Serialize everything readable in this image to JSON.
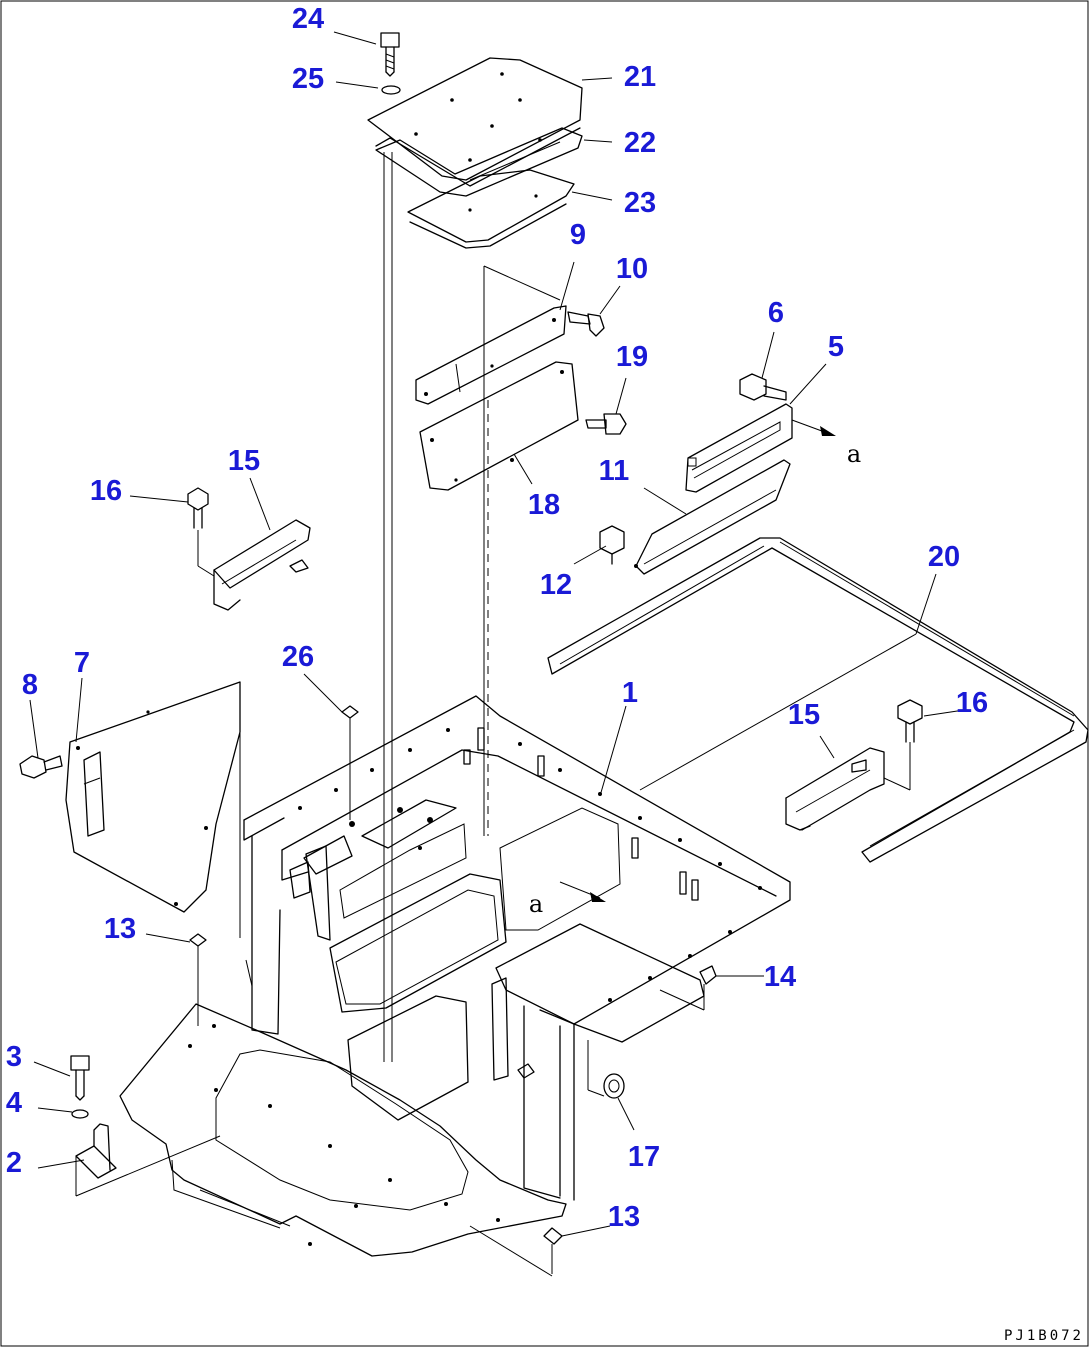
{
  "callouts": [
    {
      "id": "1",
      "text": "1"
    },
    {
      "id": "2",
      "text": "2"
    },
    {
      "id": "3",
      "text": "3"
    },
    {
      "id": "4",
      "text": "4"
    },
    {
      "id": "5",
      "text": "5"
    },
    {
      "id": "6",
      "text": "6"
    },
    {
      "id": "7",
      "text": "7"
    },
    {
      "id": "8",
      "text": "8"
    },
    {
      "id": "9",
      "text": "9"
    },
    {
      "id": "10",
      "text": "10"
    },
    {
      "id": "11",
      "text": "11"
    },
    {
      "id": "12",
      "text": "12"
    },
    {
      "id": "13a",
      "text": "13"
    },
    {
      "id": "13b",
      "text": "13"
    },
    {
      "id": "14",
      "text": "14"
    },
    {
      "id": "15a",
      "text": "15"
    },
    {
      "id": "15b",
      "text": "15"
    },
    {
      "id": "16a",
      "text": "16"
    },
    {
      "id": "16b",
      "text": "16"
    },
    {
      "id": "17",
      "text": "17"
    },
    {
      "id": "18",
      "text": "18"
    },
    {
      "id": "19",
      "text": "19"
    },
    {
      "id": "20",
      "text": "20"
    },
    {
      "id": "21",
      "text": "21"
    },
    {
      "id": "22",
      "text": "22"
    },
    {
      "id": "23",
      "text": "23"
    },
    {
      "id": "24",
      "text": "24"
    },
    {
      "id": "25",
      "text": "25"
    },
    {
      "id": "26",
      "text": "26"
    }
  ],
  "view_markers": [
    {
      "id": "a1",
      "text": "a"
    },
    {
      "id": "a2",
      "text": "a"
    }
  ],
  "drawing_code": "PJ1B072",
  "colors": {
    "callout": "#1a1ad6",
    "line": "#000000",
    "background": "#ffffff"
  }
}
